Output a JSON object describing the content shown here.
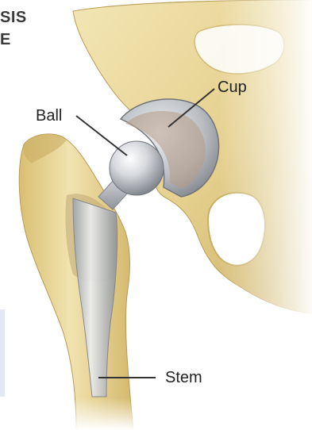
{
  "corner_text": {
    "line1": "SIS",
    "line2": "E"
  },
  "labels": {
    "cup": "Cup",
    "ball": "Ball",
    "stem": "Stem"
  },
  "colors": {
    "bone": "#e8d69a",
    "bone_shadow": "#c7ae63",
    "metal": "#c9cdd2",
    "metal_dark": "#8b9098",
    "cup_liner": "#b59a86",
    "leader_line": "#333333"
  }
}
